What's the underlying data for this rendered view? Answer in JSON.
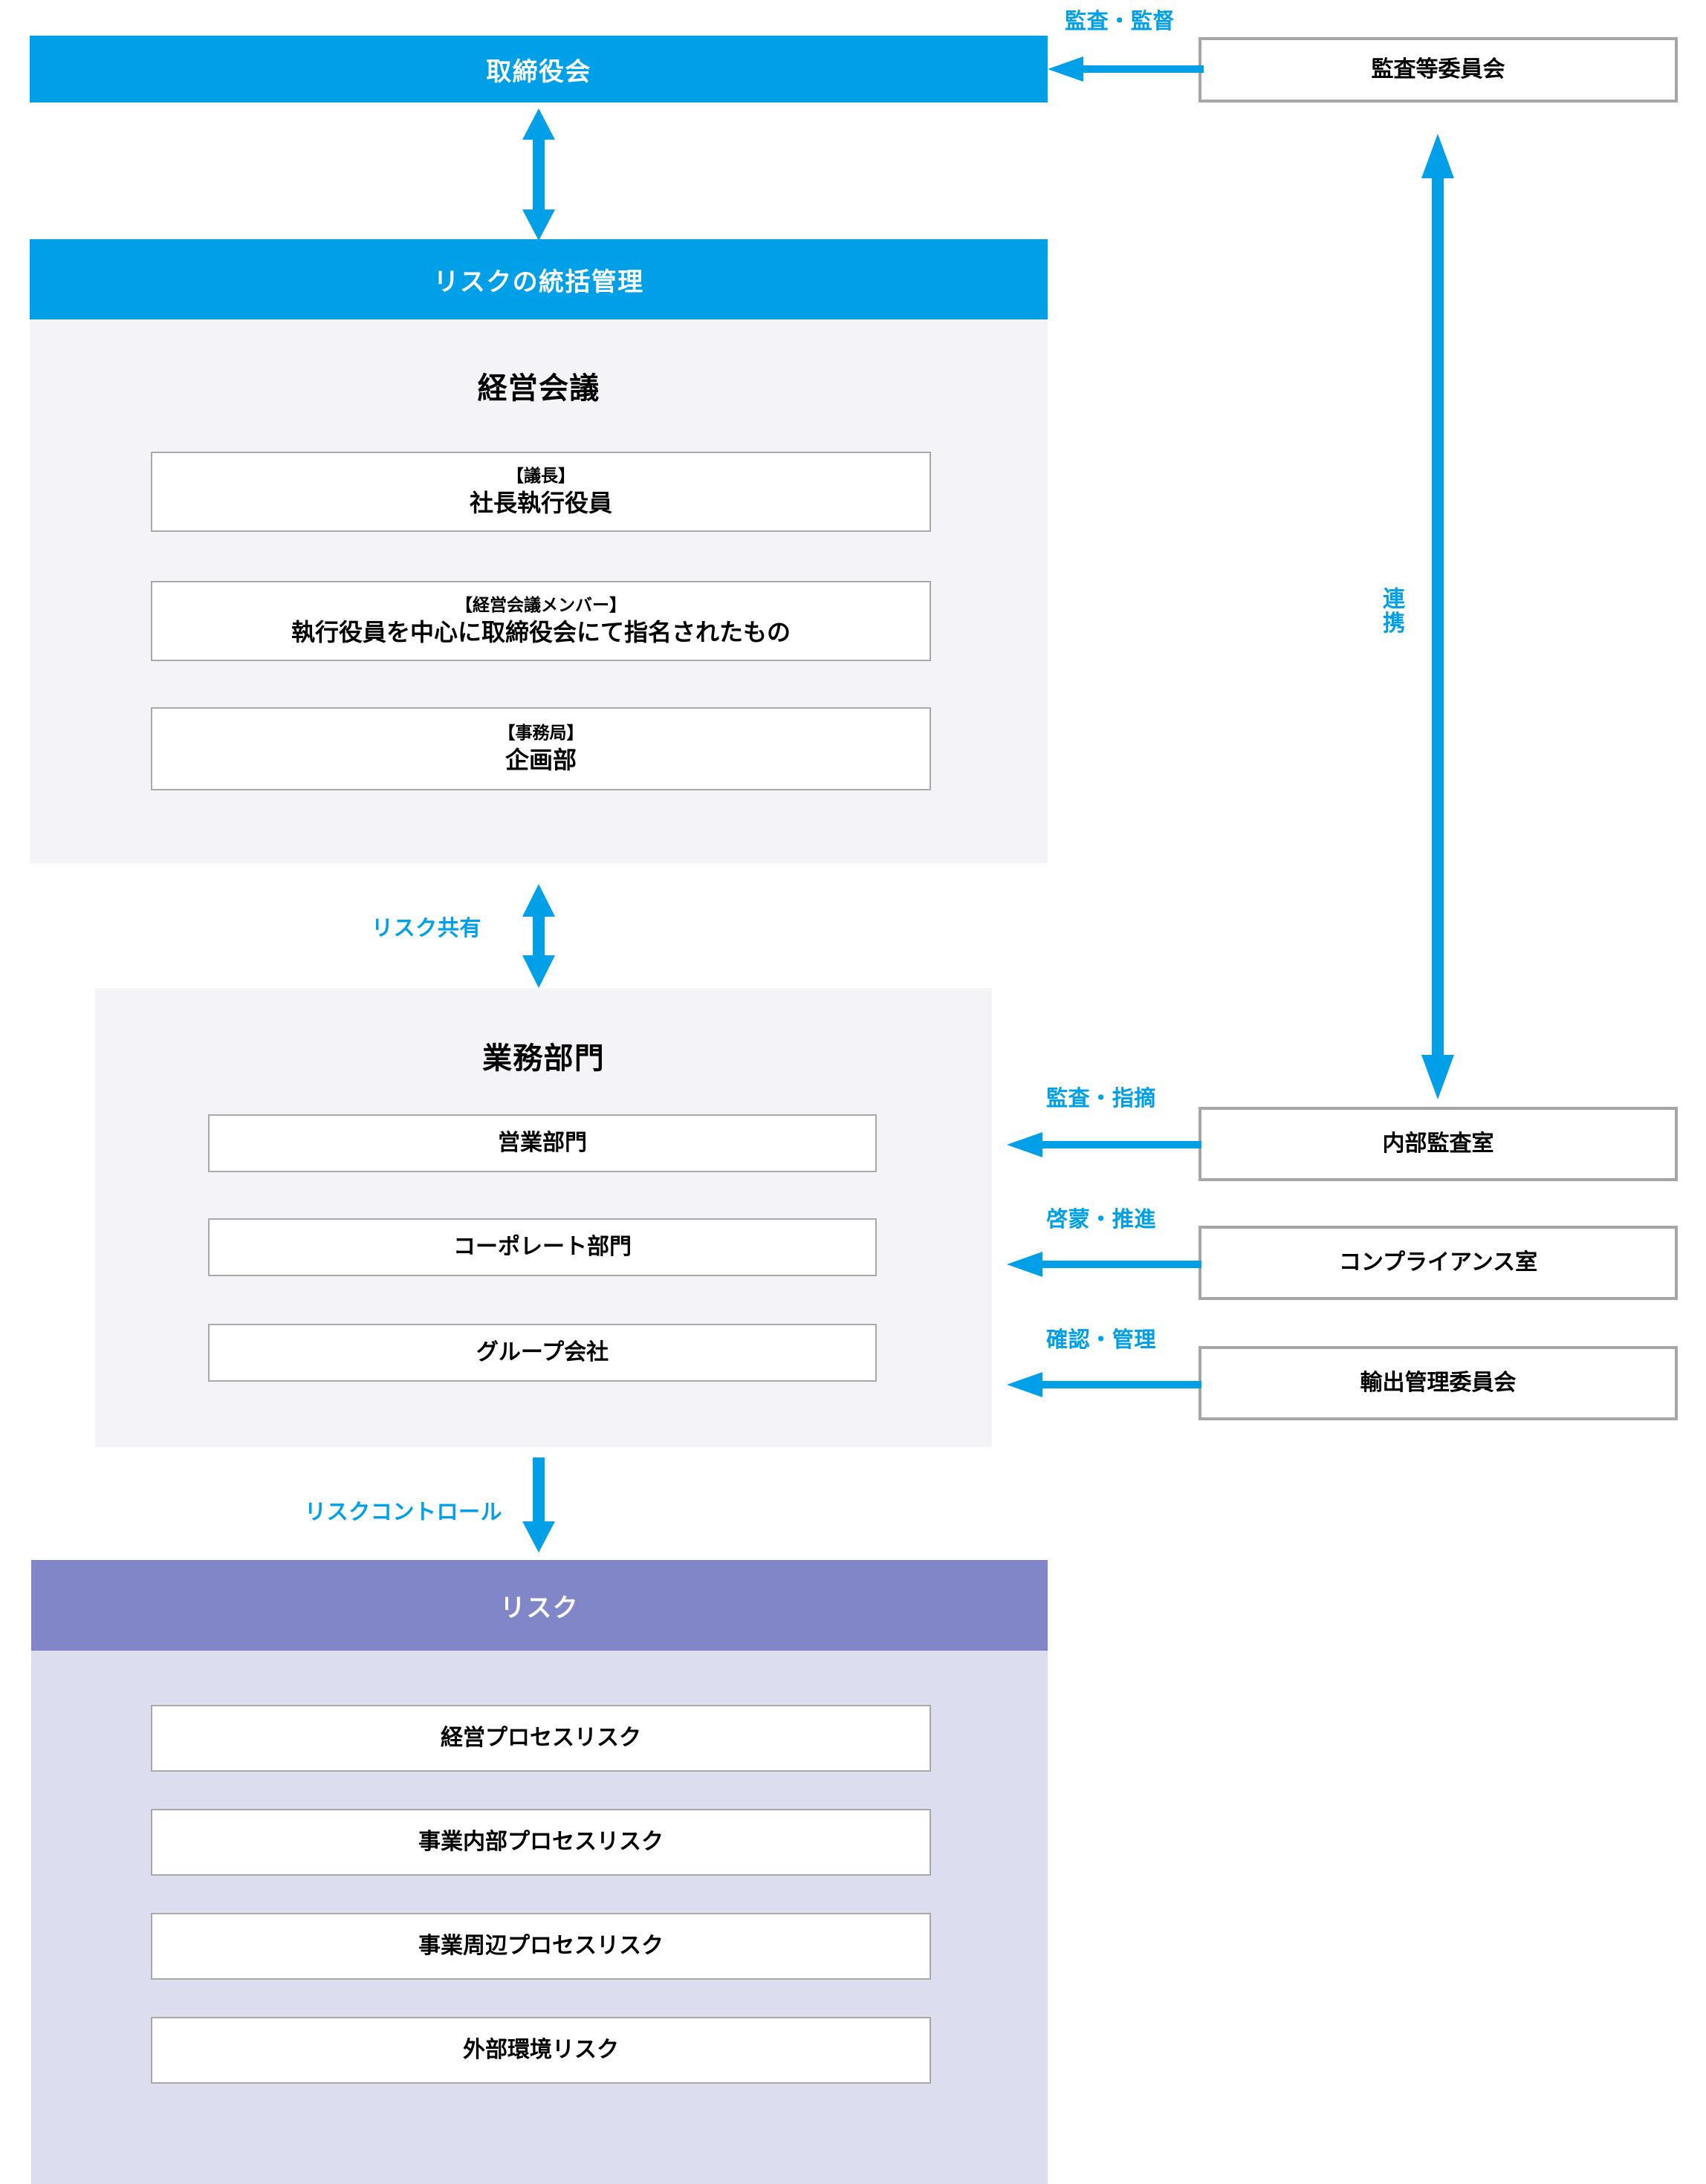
{
  "diagram": {
    "board": {
      "label": "取締役会"
    },
    "audit_committee": {
      "label": "監査等委員会"
    },
    "risk_oversight": {
      "header": "リスクの統括管理",
      "title": "経営会議",
      "boxes": [
        {
          "sub": "【議長】",
          "main": "社長執行役員"
        },
        {
          "sub": "【経営会議メンバー】",
          "main": "執行役員を中心に取締役会にて指名されたもの"
        },
        {
          "sub": "【事務局】",
          "main": "企画部"
        }
      ]
    },
    "business_units": {
      "title": "業務部門",
      "boxes": [
        {
          "main": "営業部門"
        },
        {
          "main": "コーポレート部門"
        },
        {
          "main": "グループ会社"
        }
      ]
    },
    "support_units": [
      {
        "label": "内部監査室"
      },
      {
        "label": "コンプライアンス室"
      },
      {
        "label": "輸出管理委員会"
      }
    ],
    "risk": {
      "header": "リスク",
      "boxes": [
        {
          "main": "経営プロセスリスク"
        },
        {
          "main": "事業内部プロセスリスク"
        },
        {
          "main": "事業周辺プロセスリスク"
        },
        {
          "main": "外部環境リスク"
        }
      ]
    },
    "arrow_labels": {
      "audit_supervise": "監査・監督",
      "cooperation": "連携",
      "risk_share": "リスク共有",
      "audit_point_out": "監査・指摘",
      "enlighten_promote": "啓蒙・推進",
      "confirm_manage": "確認・管理",
      "risk_control": "リスクコントロール"
    }
  },
  "colors": {
    "accent_blue": "#00A0E9",
    "purple_header": "#8186C8",
    "panel_gray": "#F4F3F7",
    "panel_lilac": "#DCDEF0",
    "box_border": "#A9A9A9"
  }
}
